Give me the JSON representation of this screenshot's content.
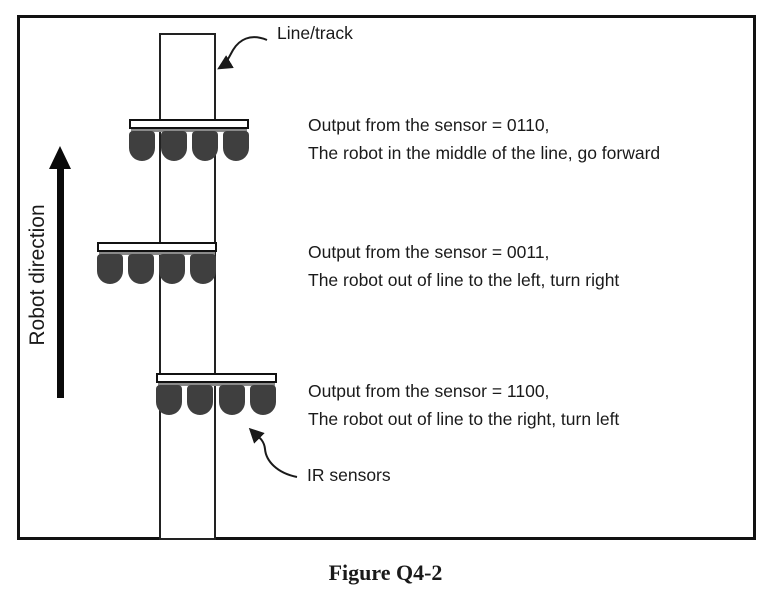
{
  "figure": {
    "caption": "Figure Q4-2",
    "line_track_label": "Line/track",
    "ir_sensors_label": "IR sensors",
    "robot_direction_label": "Robot direction",
    "annotations": [
      {
        "line1": "Output from the sensor = 0110,",
        "line2": "The robot in the middle of the line, go forward"
      },
      {
        "line1": "Output from the sensor = 0011,",
        "line2": "The robot out of line to the left, turn right"
      },
      {
        "line1": "Output from the sensor = 1100,",
        "line2": "The robot out of line to the right, turn left"
      }
    ],
    "colors": {
      "sensor": "#3f3f3f",
      "line": "#1a1a1a",
      "background": "#ffffff"
    }
  }
}
